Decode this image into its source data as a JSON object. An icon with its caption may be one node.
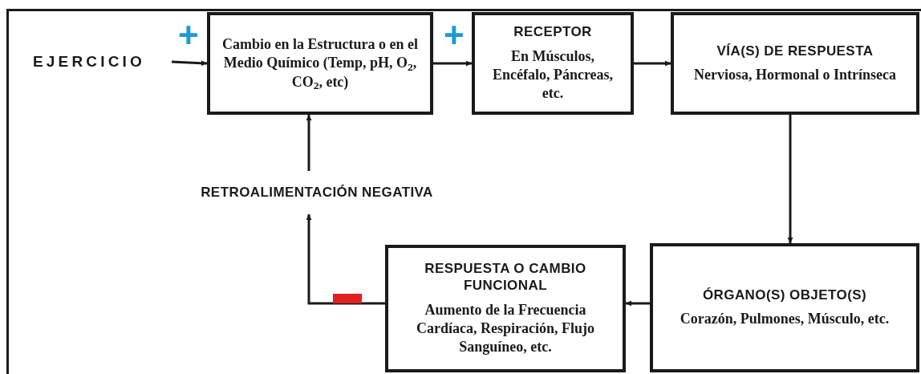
{
  "diagram": {
    "nodes": [
      {
        "text": [
          "EJERCICIO"
        ]
      },
      {
        "text": [
          "Cambio en la Estructura o en el Medio Químico (Temp, pH, O$_{2}$, CO$_{2}$, etc)"
        ]
      },
      {
        "text": [
          "RECEPTOR",
          "En Músculos, Encéfalo, Páncreas, etc."
        ]
      },
      {
        "text": [
          "VÍA(S) DE RESPUESTA",
          "Nerviosa, Hormonal o Intrínseca"
        ]
      },
      {
        "text": [
          "ÓRGANO(S) OBJETO(S)",
          "Corazón, Pulmones, Músculo, etc."
        ]
      },
      {
        "text": [
          "RESPUESTA O CAMBIO FUNCIONAL",
          "Aumento de la Frecuencia Cardíaca, Respiración, Flujo Sanguíneo, etc."
        ]
      },
      {
        "text": [
          "RETROALIMENTACIÓN NEGATIVA"
        ]
      }
    ],
    "edges": [
      {
        "from": 0,
        "to": 1,
        "arrow": "to"
      },
      {
        "from": 1,
        "to": 2,
        "arrow": "to"
      },
      {
        "from": 2,
        "to": 3,
        "arrow": "to"
      },
      {
        "from": 3,
        "to": 4,
        "arrow": "to"
      },
      {
        "from": 4,
        "to": 5,
        "arrow": "to"
      },
      {
        "from": 5,
        "to": 6,
        "arrow": "to"
      },
      {
        "from": 6,
        "to": 1,
        "arrow": "to"
      }
    ],
    "labels": [
      "+",
      "+"
    ]
  }
}
